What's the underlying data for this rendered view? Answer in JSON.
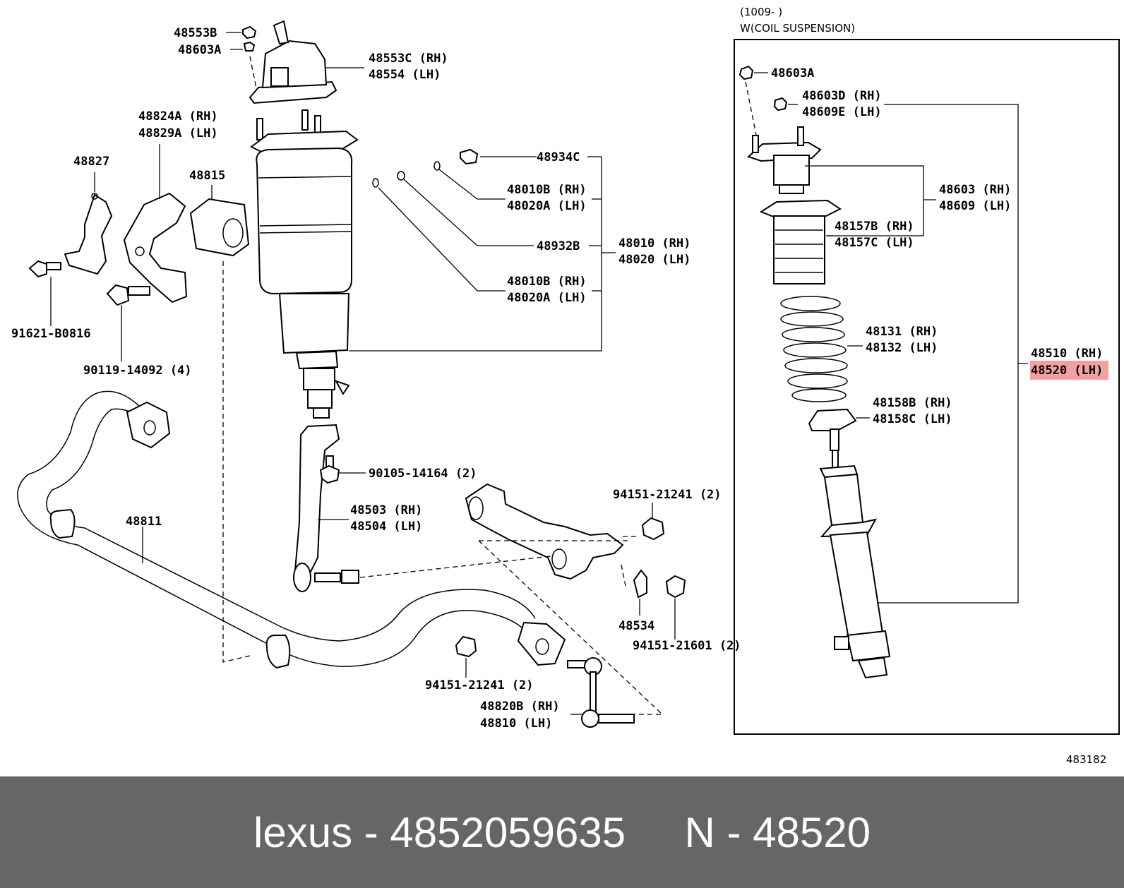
{
  "diagram": {
    "header": [
      "(1009-     )",
      "W(COIL SUSPENSION)"
    ],
    "reference_code": "483182",
    "highlight_color": "#f5a0a0",
    "labels": {
      "p48553B": "48553B",
      "p48603A_top": "48603A",
      "p48553C": "48553C (RH)",
      "p48554": "48554 (LH)",
      "p48824A": "48824A (RH)",
      "p48829A": "48829A (LH)",
      "p48827": "48827",
      "p48815": "48815",
      "p48934C": "48934C",
      "p48010B_1": "48010B (RH)",
      "p48020A_1": "48020A (LH)",
      "p48932B": "48932B",
      "p48010": "48010 (RH)",
      "p48020": "48020 (LH)",
      "p48010B_2": "48010B (RH)",
      "p48020A_2": "48020A (LH)",
      "p91621": "91621-B0816",
      "p90119": "90119-14092 (4)",
      "p90105": "90105-14164 (2)",
      "p48503": "48503 (RH)",
      "p48504": "48504 (LH)",
      "p48811": "48811",
      "p94151_21241_a": "94151-21241 (2)",
      "p48534": "48534",
      "p94151_21601": "94151-21601 (2)",
      "p94151_21241_b": "94151-21241 (2)",
      "p48820B": "48820B (RH)",
      "p48810": "48810 (LH)",
      "p48603A_right": "48603A",
      "p48603D": "48603D (RH)",
      "p48609E": "48609E (LH)",
      "p48603": "48603 (RH)",
      "p48609": "48609 (LH)",
      "p48157B": "48157B (RH)",
      "p48157C": "48157C (LH)",
      "p48131": "48131 (RH)",
      "p48132": "48132 (LH)",
      "p48158B": "48158B (RH)",
      "p48158C": "48158C (LH)",
      "p48510": "48510 (RH)",
      "p48520": "48520 (LH)"
    }
  },
  "footer": {
    "text": "lexus - 4852059635     N - 48520"
  }
}
